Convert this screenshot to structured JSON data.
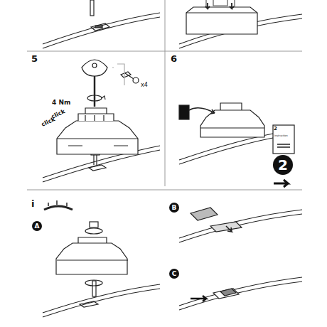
{
  "diagram": {
    "nodes": [
      {
        "text": [
          "2"
        ]
      },
      {
        "text": [
          "A"
        ]
      },
      {
        "text": [
          "B"
        ]
      },
      {
        "text": [
          "C"
        ]
      }
    ],
    "labels": [
      "5",
      "6",
      "4 Nm",
      "click",
      "click",
      "x4",
      "i",
      "2",
      "Instruction"
    ]
  }
}
